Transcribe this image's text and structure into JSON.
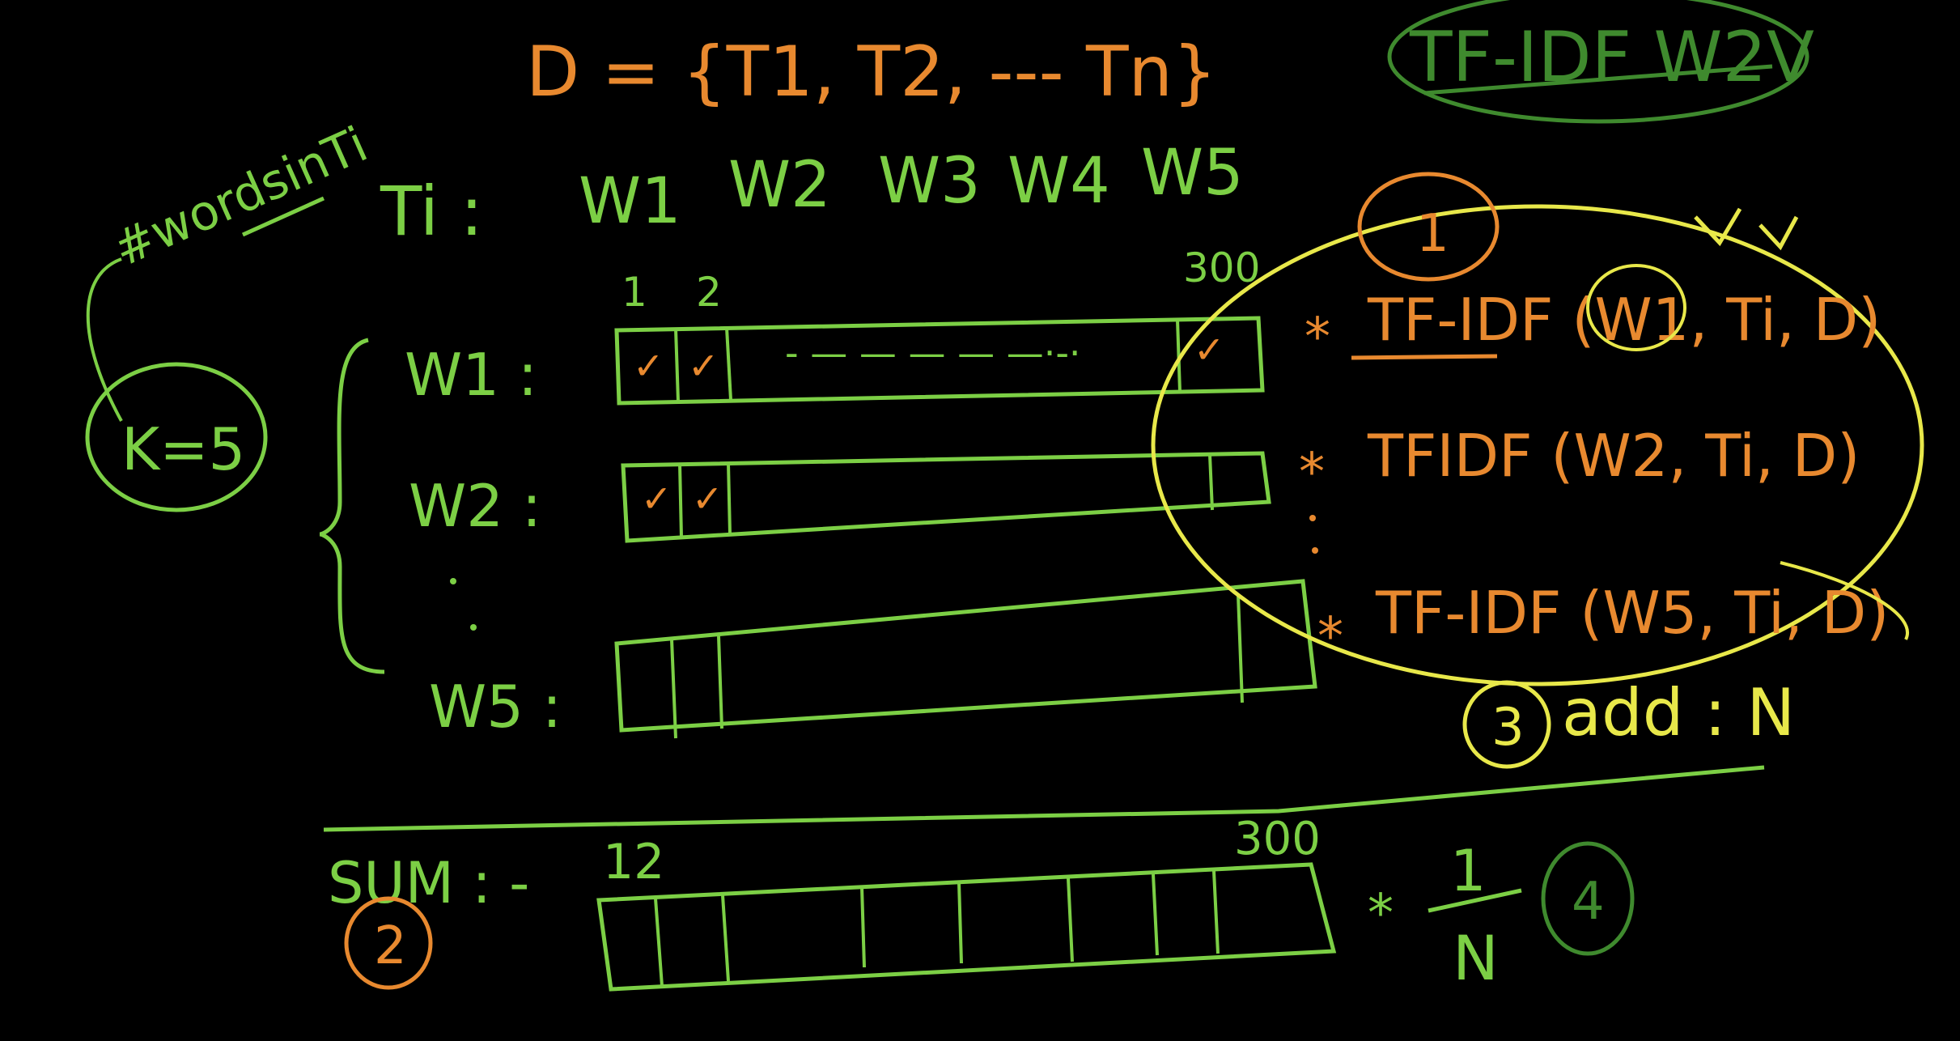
{
  "colors": {
    "background": "#000000",
    "green": "#7ccf45",
    "orange": "#e8892f",
    "yellow": "#e8e84a",
    "dark_green": "#3f8a2e"
  },
  "title": "TF-IDF W2V",
  "corpus": "D = {T1, T2, --- Tn}",
  "words_note": "#wordsinTi",
  "k_label": "K=5",
  "doc_label": "Ti :",
  "words": [
    "W1",
    "W2",
    "W3",
    "W4",
    "W5"
  ],
  "vector_rows": [
    {
      "label": "W1 :",
      "index_1": "1",
      "index_2": "2",
      "index_last": "300",
      "tick_1": "✓",
      "tick_2": "✓",
      "tick_last": "✓",
      "dashes": "- — — — — —·-·"
    },
    {
      "label": "W2 :",
      "tick_1": "✓",
      "tick_2": "✓"
    },
    {
      "label": "W5 :"
    }
  ],
  "weights": [
    {
      "star": "*",
      "text": "TF-IDF (W1, Ti, D)"
    },
    {
      "star": "*",
      "text": "TFIDF (W2, Ti, D)"
    },
    {
      "star": "*",
      "text": "TF-IDF (W5, Ti, D)"
    }
  ],
  "step_1": "1",
  "step_2": "2",
  "step_3": "3",
  "step_4": "4",
  "add_text": "add : N",
  "sum_label": "SUM : -",
  "sum_index_start": "12",
  "sum_index_end": "300",
  "scale_star": "*",
  "scale_numerator": "1",
  "scale_denominator": "N"
}
